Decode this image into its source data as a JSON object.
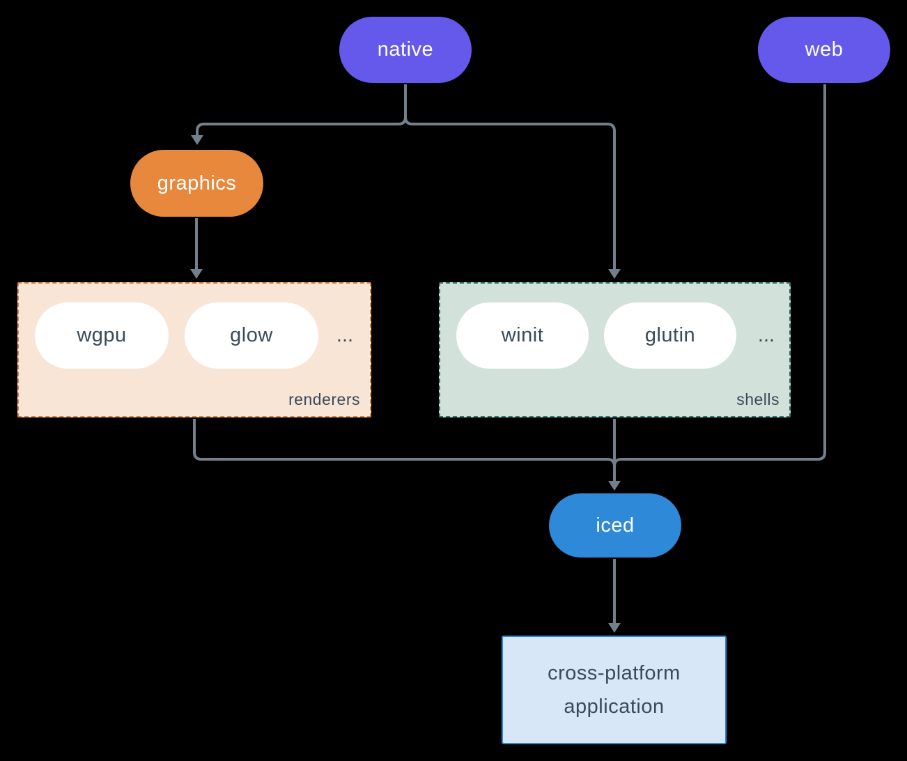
{
  "diagram": {
    "nodes": {
      "native": {
        "label": "native",
        "color": "#6459ea"
      },
      "web": {
        "label": "web",
        "color": "#6459ea"
      },
      "graphics": {
        "label": "graphics",
        "color": "#e8883c"
      },
      "iced": {
        "label": "iced",
        "color": "#2e89d8"
      },
      "application": {
        "label": "cross-platform application",
        "fill": "#d7e7f7",
        "border": "#2e89d8"
      }
    },
    "groups": {
      "renderers": {
        "label": "renderers",
        "items": [
          "wgpu",
          "glow"
        ],
        "ellipsis": "...",
        "fill": "#f9e5d6",
        "border": "#e0813c"
      },
      "shells": {
        "label": "shells",
        "items": [
          "winit",
          "glutin"
        ],
        "ellipsis": "...",
        "fill": "#d2e1da",
        "border": "#2b7b6e"
      }
    },
    "edges": [
      {
        "from": "native",
        "to": "graphics"
      },
      {
        "from": "native",
        "to": "shells"
      },
      {
        "from": "graphics",
        "to": "renderers"
      },
      {
        "from": "renderers",
        "to": "iced"
      },
      {
        "from": "shells",
        "to": "iced"
      },
      {
        "from": "web",
        "to": "iced"
      },
      {
        "from": "iced",
        "to": "application"
      }
    ],
    "colors": {
      "background": "#000000",
      "edge": "#73808c",
      "dark_text": "#394a59",
      "white_pill": "#ffffff"
    }
  }
}
